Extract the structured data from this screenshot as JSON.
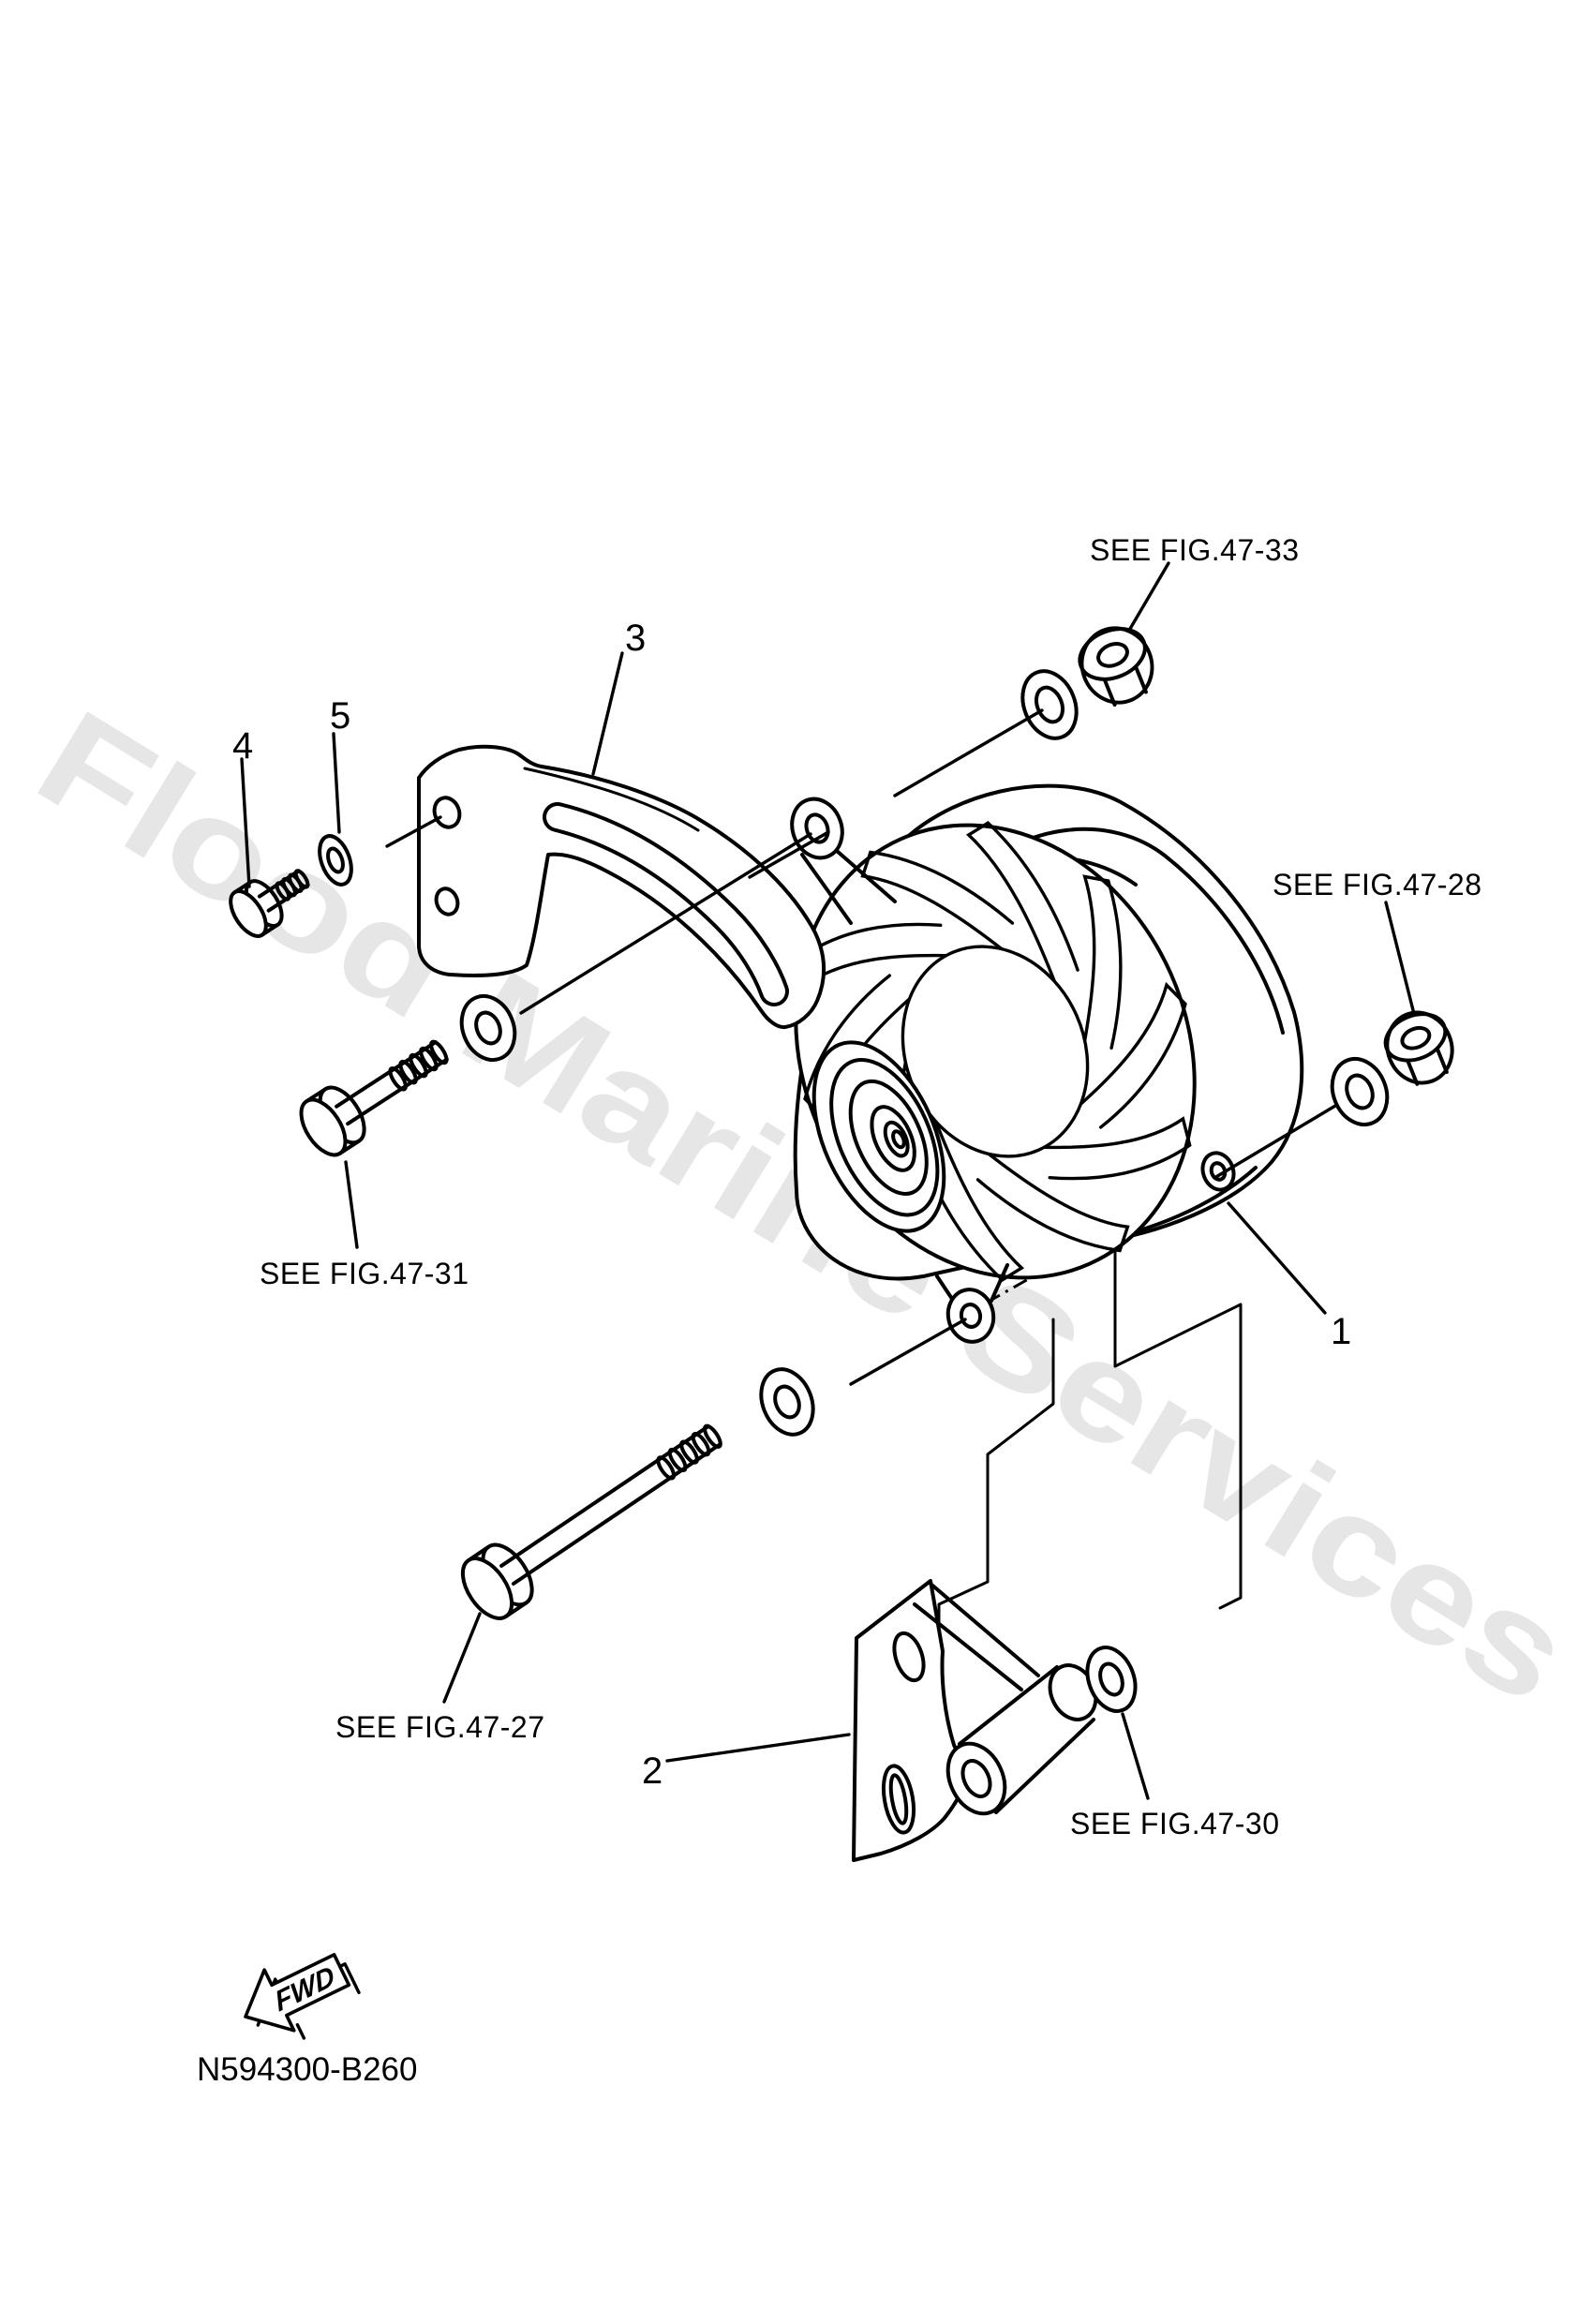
{
  "page": {
    "background": "#ffffff",
    "line_color": "#000000",
    "code": "N594300-B260"
  },
  "watermark": {
    "text": "Flood Marine Services",
    "color": "#e6e6e6"
  },
  "callouts": {
    "fig33": "SEE FIG.47-33",
    "fig28": "SEE FIG.47-28",
    "fig31": "SEE FIG.47-31",
    "fig27": "SEE FIG.47-27",
    "fig30": "SEE FIG.47-30"
  },
  "part_numbers": {
    "p1": "1",
    "p2": "2",
    "p3": "3",
    "p4": "4",
    "p5": "5"
  },
  "fwd": {
    "label": "FWD"
  }
}
